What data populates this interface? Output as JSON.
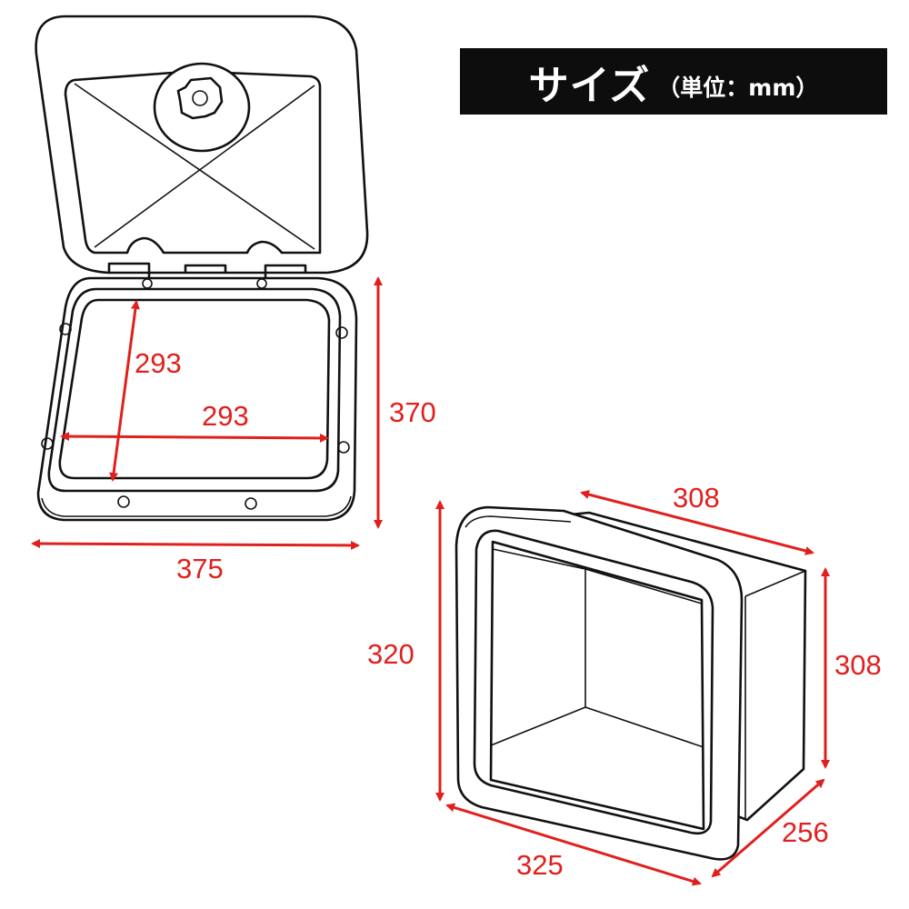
{
  "title": {
    "main": "サイズ",
    "unit": "（単位：mm）"
  },
  "colors": {
    "dimension": "#e0201e",
    "banner": "#0d0d0d",
    "outline": "#111111"
  },
  "hatch_view": {
    "dimensions": {
      "opening_height": "293",
      "opening_width": "293",
      "overall_height": "370",
      "overall_width": "375"
    }
  },
  "box_view": {
    "dimensions": {
      "top_width": "308",
      "back_height": "308",
      "front_height": "320",
      "front_width": "325",
      "depth": "256"
    }
  }
}
